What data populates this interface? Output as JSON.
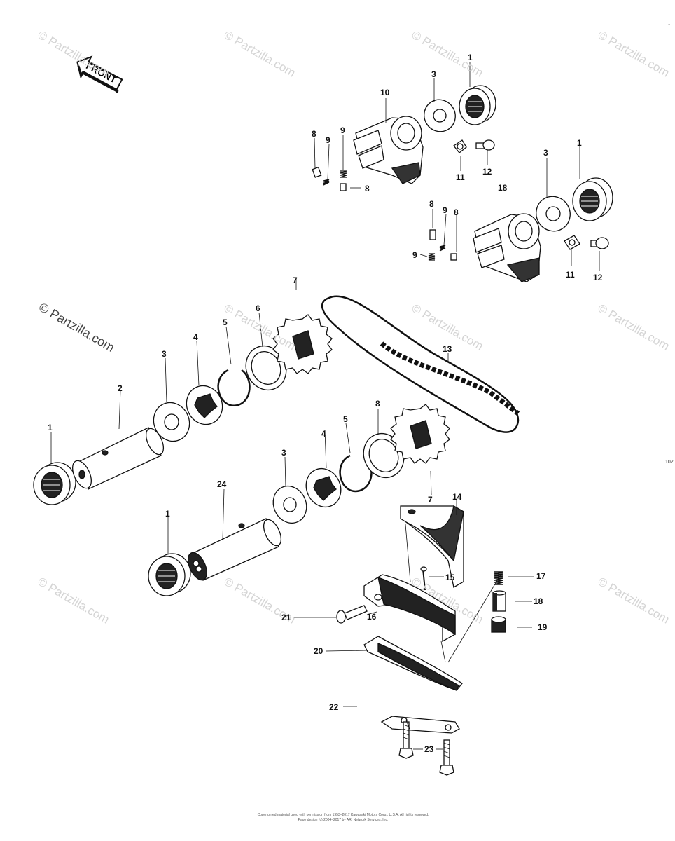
{
  "front_label": "FRONT",
  "watermark": "© Partzilla.com",
  "edge_marks": {
    "top_right": "-",
    "right_code": "102"
  },
  "copyright": {
    "line1": "Copyrighted material used with permission from 1953–2017 Kawasaki Motors Corp., U.S.A. All rights reserved.",
    "line2": "Page design (c) 2004–2017 by ARI Network Services, Inc."
  },
  "callouts": [
    "1",
    "3",
    "10",
    "8",
    "9",
    "9",
    "11",
    "12",
    "8",
    "18",
    "3",
    "1",
    "8",
    "9",
    "8",
    "9",
    "11",
    "12",
    "7",
    "6",
    "5",
    "13",
    "3",
    "4",
    "2",
    "1",
    "8",
    "4",
    "5",
    "3",
    "7",
    "24",
    "1",
    "14",
    "15",
    "17",
    "18",
    "21",
    "16",
    "19",
    "20",
    "22",
    "23"
  ]
}
